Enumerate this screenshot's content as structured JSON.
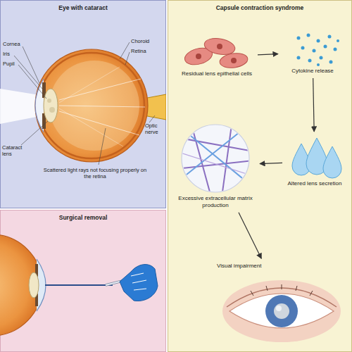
{
  "diagram": {
    "nodes": [
      {
        "text": [
          "Eye with cataract"
        ]
      },
      {
        "text": [
          "Surgical removal"
        ]
      },
      {
        "text": [
          "Capsule contraction syndrome"
        ]
      },
      {
        "text": [
          "Residual lens epithelial cells"
        ],
        "in": 2
      },
      {
        "text": [
          "Cytokine release"
        ],
        "in": 2
      },
      {
        "text": [
          "Altered lens secretion"
        ],
        "in": 2
      },
      {
        "text": [
          "Excessive extracellular matrix production"
        ],
        "in": 2
      },
      {
        "text": [
          "Visual impairment"
        ],
        "in": 2
      }
    ],
    "edges": [
      {
        "from": 3,
        "to": 4,
        "arrow": "to"
      },
      {
        "from": 4,
        "to": 5,
        "arrow": "to"
      },
      {
        "from": 5,
        "to": 6,
        "arrow": "to"
      },
      {
        "from": 6,
        "to": 7,
        "arrow": "to"
      }
    ],
    "labels": [
      "Cornea",
      "Iris",
      "Pupil",
      "Cataract lens",
      "Choroid",
      "Retina",
      "Optic nerve",
      "Scattered light rays not focusing properly on the retina"
    ]
  }
}
